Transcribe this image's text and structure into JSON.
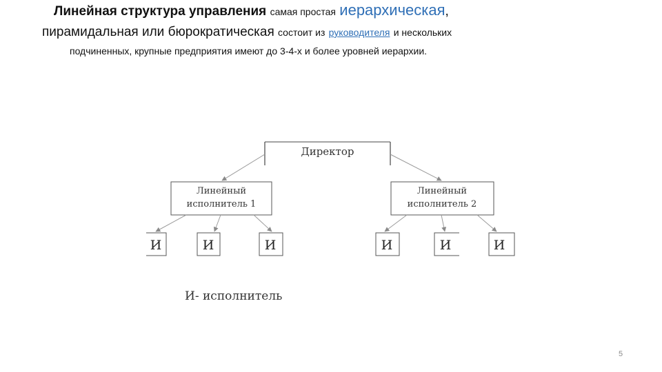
{
  "heading": {
    "line1_bold": "Линейная структура управления",
    "line1_rest": "самая простая",
    "line1_link": "иерархическая",
    "line1_comma": ",",
    "line2_main": "пирамидальная или бюрократическая",
    "line2_small": "состоит из",
    "line2_link": "руководителя",
    "line2_tail": "и нескольких",
    "line3": "подчиненных, крупные  предприятия имеют до 3-4-х и более уровней иерархии."
  },
  "diagram": {
    "top": "Директор",
    "managers": [
      {
        "line1": "Линейный",
        "line2": "исполнитель 1"
      },
      {
        "line1": "Линейный",
        "line2": "исполнитель 2"
      }
    ],
    "executors": [
      "И",
      "И",
      "И",
      "И",
      "И",
      "И"
    ],
    "legend": "И- исполнитель"
  },
  "page_number": "5",
  "colors": {
    "link": "#2f6fb6",
    "box_stroke": "#444444",
    "arrow": "#9a9a9a",
    "text": "#333333"
  }
}
